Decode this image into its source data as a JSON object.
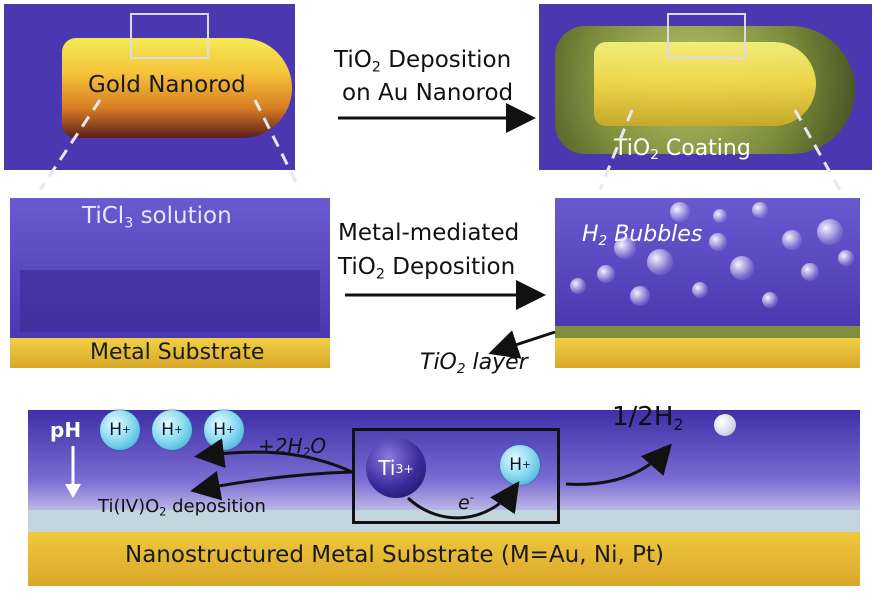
{
  "panel1": {
    "nanorod_label": "Gold Nanorod",
    "arrow_label_line1_a": "TiO",
    "arrow_label_line1_sub": "2",
    "arrow_label_line1_b": " Deposition",
    "arrow_label_line2": "on Au Nanorod",
    "coating_label_a": "TiO",
    "coating_label_sub": "2",
    "coating_label_b": " Coating"
  },
  "panel2": {
    "solution_label_a": "TiCl",
    "solution_label_sub": "3",
    "solution_label_b": " solution",
    "substrate_label": "Metal Substrate",
    "arrow_label_line1": "Metal-mediated",
    "arrow_label_line2_a": "TiO",
    "arrow_label_line2_sub": "2",
    "arrow_label_line2_b": " Deposition",
    "bubbles_label_a": "H",
    "bubbles_label_sub": "2",
    "bubbles_label_b": " Bubbles",
    "layer_label_a": "TiO",
    "layer_label_sub": "2",
    "layer_label_b": " layer"
  },
  "panel3": {
    "ph_label": "pH",
    "proton_label": "H",
    "proton_charge": "+",
    "water_label_a": "+2H",
    "water_label_sub": "2",
    "water_label_b": "O",
    "deposition_label_a": "Ti(IV)O",
    "deposition_label_sub": "2",
    "deposition_label_b": " deposition",
    "ti_label": "Ti",
    "ti_charge": "3+",
    "electron_label": "e",
    "electron_charge": "-",
    "hydrogen_label_a": "1/2",
    "hydrogen_label_sub": "2",
    "hydrogen_label_h": "H",
    "substrate_label": "Nanostructured Metal Substrate (M=Au, Ni, Pt)"
  },
  "colors": {
    "purple": "#4b38b0",
    "gold": "#e6b92a",
    "coating_green": "#7f8f3e",
    "ion_blue": "#7fd4ee"
  }
}
